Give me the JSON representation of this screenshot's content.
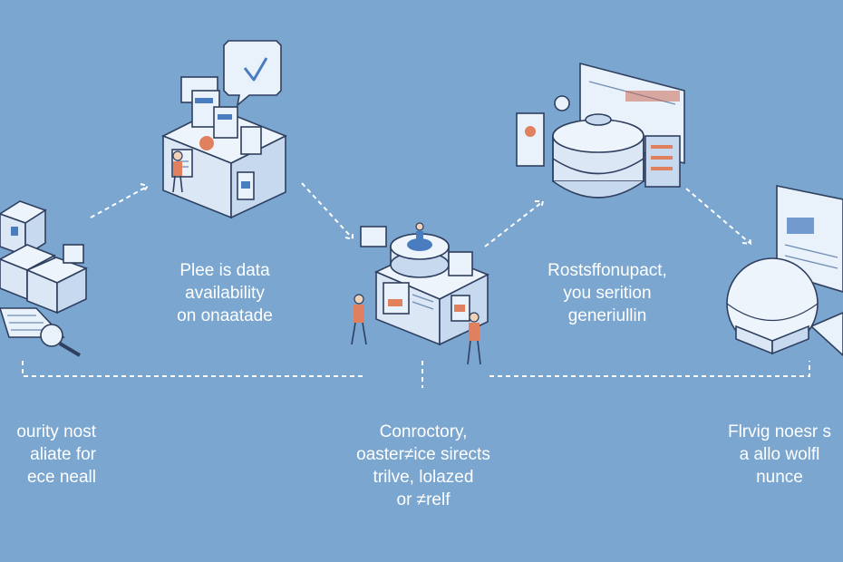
{
  "flow": {
    "step1": {
      "lines": [
        "Plee is data",
        "availability",
        "on onaatade"
      ]
    },
    "step2": {
      "lines": [
        "Rostsffonupact,",
        "you serition",
        "generiullin"
      ]
    },
    "bottom_left": {
      "lines": [
        "ourity nost",
        "aliate for",
        "ece neall"
      ]
    },
    "bottom_center": {
      "lines": [
        "Conroctory,",
        "oaster≠ice sirects",
        "trilve, lolazed",
        "or ≠relf"
      ]
    },
    "bottom_right": {
      "lines": [
        "Flrvig noesr s",
        "a allo wolfl",
        "nunce"
      ]
    }
  },
  "colors": {
    "background": "#7aa6cf",
    "text": "#ffffff",
    "ink": "#2f3f5f",
    "accent": "#e0805f"
  },
  "icons": [
    "server-box-stack-icon",
    "magnifier-icon",
    "data-center-cube-icon",
    "chat-bubble-icon",
    "central-hub-icon",
    "database-cylinder-icon",
    "monitor-icon",
    "sphere-icon",
    "person-icon"
  ]
}
